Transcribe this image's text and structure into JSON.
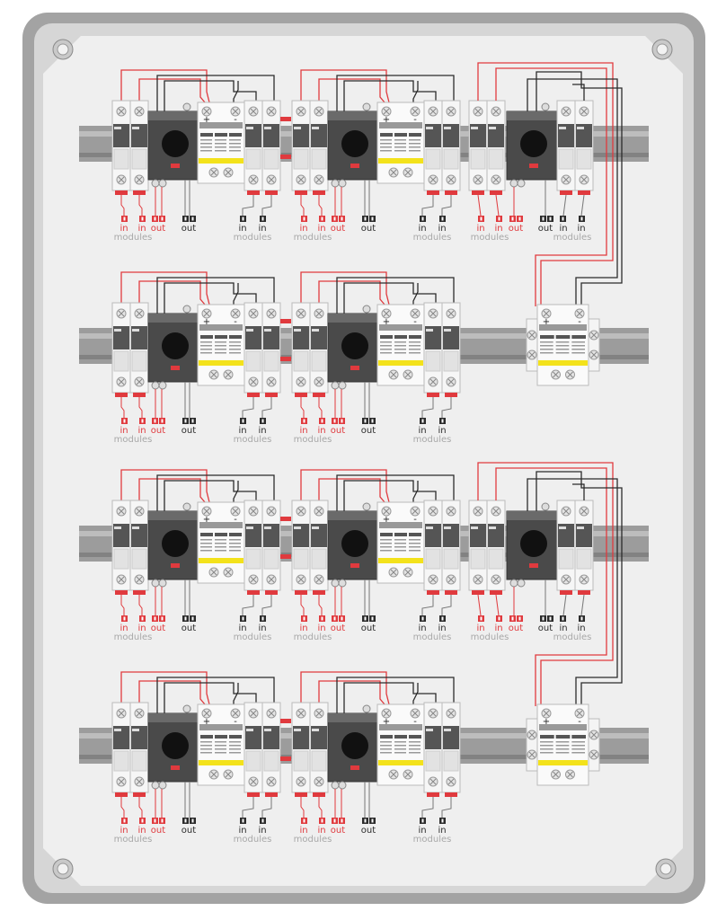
{
  "labels": {
    "in": "in",
    "out": "out",
    "modules": "modules",
    "plus": "+",
    "minus": "-"
  },
  "colors": {
    "enclosure": "#a3a3a3",
    "panel": "#efefef",
    "rail": "#9c9c9c",
    "positive": "#e03a3e",
    "negative": "#2b2b2b",
    "modules_text": "#a8a8a8",
    "switch_body": "#4a4a4a",
    "spd_stripe": "#f3e21b"
  },
  "layout_rows": [
    {
      "units": [
        "combiner",
        "combiner",
        "combiner-switch-only"
      ]
    },
    {
      "units": [
        "combiner",
        "combiner",
        "surge-protector"
      ]
    },
    {
      "units": [
        "combiner",
        "combiner",
        "combiner-switch-only"
      ]
    },
    {
      "units": [
        "combiner",
        "combiner",
        "surge-protector"
      ]
    }
  ]
}
